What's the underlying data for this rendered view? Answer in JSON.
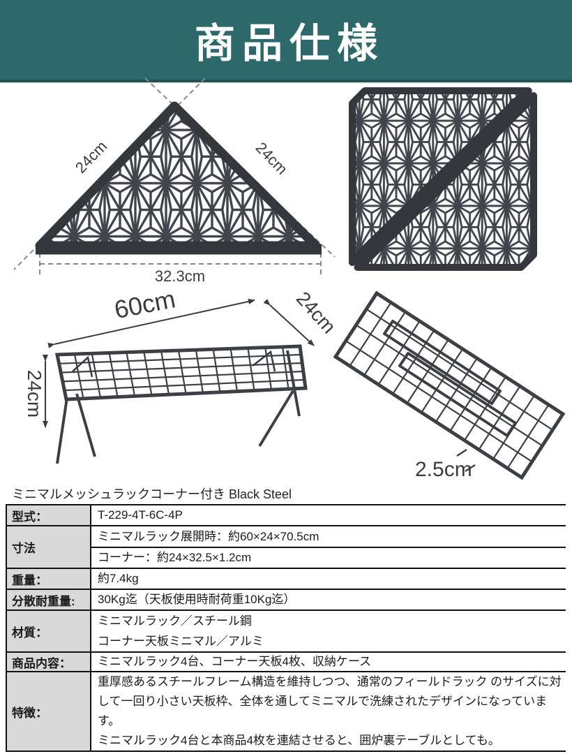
{
  "header": {
    "title": "商品仕様"
  },
  "figures": {
    "corner_plate": {
      "dim_side_left": "24cm",
      "dim_side_right": "24cm",
      "dim_base": "32.3cm"
    },
    "rack_table": {
      "dim_width": "60cm",
      "dim_depth": "24cm",
      "dim_height": "24cm"
    },
    "rack_folded": {
      "dim_thickness": "2.5cm"
    }
  },
  "product_name": "ミニマルメッシュラックコーナー付き Black Steel",
  "spec_table": {
    "rows": [
      {
        "label": "型式：",
        "lines": [
          "T-229-4T-6C-4P"
        ]
      },
      {
        "label": "寸法",
        "lines": [
          "ミニマルラック展開時：約60×24×70.5cm",
          "コーナー：約24×32.5×1.2cm"
        ]
      },
      {
        "label": "重量：",
        "lines": [
          "約7.4kg"
        ]
      },
      {
        "label": "分散耐重量:",
        "lines": [
          "30Kg迄（天板使用時耐荷重10Kg迄）"
        ]
      },
      {
        "label": "材質：",
        "lines": [
          "ミニマルラック／スチール鋼",
          "コーナー天板ミニマル／アルミ"
        ]
      },
      {
        "label": "商品内容：",
        "lines": [
          "ミニマルラック4台、コーナー天板4枚、収納ケース"
        ]
      },
      {
        "label": "特徴：",
        "lines": [
          "重厚感あるスチールフレーム構造を維持しつつ、通常のフィールドラック のサイズに対して一回り小さい天板枠、全体を通してミニマルで洗練されたデザインになっています。",
          "ミニマルラック4台と本商品4枚を連結させると、囲炉裏テーブルとしても。"
        ]
      }
    ]
  },
  "colors": {
    "header_bg": "#2d686a",
    "header_text": "#ffffff",
    "label_cell_bg": "#d9d9d9",
    "table_border": "#111111",
    "metal": "#3c4046"
  }
}
